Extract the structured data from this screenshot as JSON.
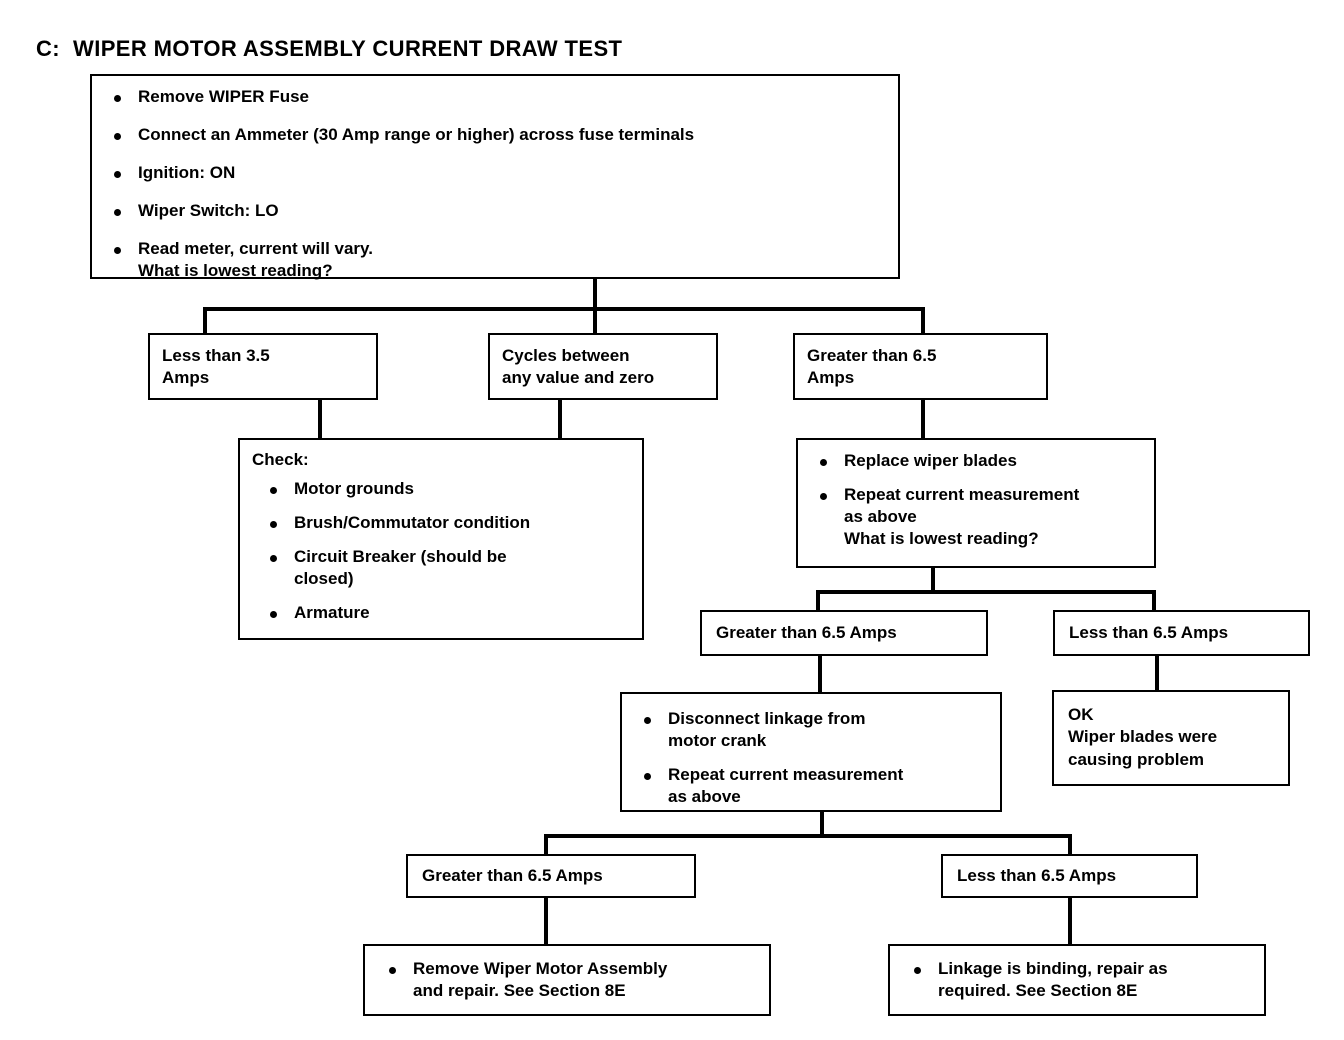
{
  "title": "C:  WIPER MOTOR ASSEMBLY CURRENT DRAW TEST",
  "nodes": {
    "test_setup": {
      "bullets": [
        "Remove WIPER Fuse",
        "Connect an Ammeter (30 Amp range or higher) across fuse terminals",
        "Ignition: ON",
        "Wiper Switch: LO",
        "Read meter, current will vary.\nWhat is lowest reading?"
      ]
    },
    "branch_less_3_5": {
      "text": "Less than 3.5\nAmps"
    },
    "branch_cycles": {
      "text": "Cycles between\nany value and zero"
    },
    "branch_greater_6_5": {
      "text": "Greater than 6.5\nAmps"
    },
    "check_box": {
      "heading": "Check:",
      "bullets": [
        "Motor grounds",
        "Brush/Commutator condition",
        "Circuit Breaker (should be\nclosed)",
        "Armature"
      ]
    },
    "replace_blades": {
      "bullets": [
        "Replace wiper blades",
        "Repeat current measurement\nas above\nWhat is lowest reading?"
      ]
    },
    "tier2_greater": {
      "text": "Greater than 6.5 Amps"
    },
    "tier2_less": {
      "text": "Less than 6.5 Amps"
    },
    "disconnect_linkage": {
      "bullets": [
        "Disconnect linkage from\nmotor crank",
        "Repeat current measurement\nas above"
      ]
    },
    "ok_result": {
      "text": "OK\nWiper blades were\ncausing problem"
    },
    "tier3_greater": {
      "text": "Greater than 6.5 Amps"
    },
    "tier3_less": {
      "text": "Less than 6.5 Amps"
    },
    "remove_motor": {
      "bullets": [
        "Remove Wiper Motor Assembly\nand repair. See Section 8E"
      ]
    },
    "linkage_binding": {
      "bullets": [
        "Linkage is binding, repair as\nrequired. See Section 8E"
      ]
    }
  },
  "colors": {
    "ink": "#000000",
    "paper": "#ffffff"
  }
}
